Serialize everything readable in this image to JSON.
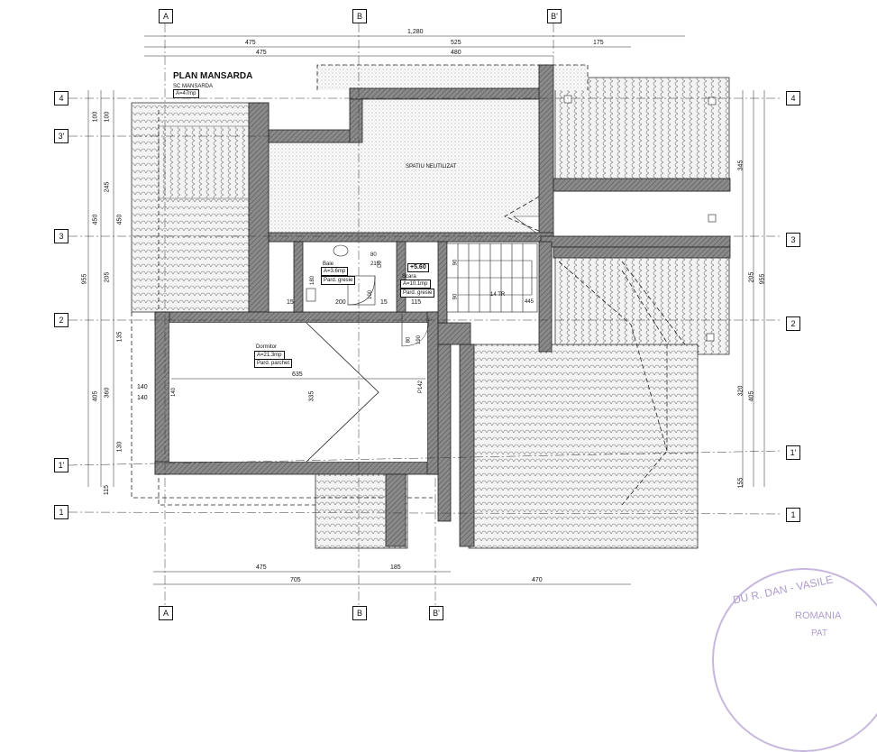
{
  "title": "PLAN MANSARDA",
  "subtitle": "SC MANSARDA",
  "subtitle_area": "A=47mp",
  "axes": {
    "top": [
      "A",
      "B",
      "B'"
    ],
    "bottom": [
      "A",
      "B",
      "B'"
    ],
    "left": [
      "4",
      "3'",
      "3",
      "2",
      "1'",
      "1"
    ],
    "right": [
      "4",
      "3",
      "2",
      "1'",
      "1"
    ]
  },
  "dims_top": {
    "total": "1,280",
    "row2": [
      "475",
      "525",
      "175"
    ],
    "row3": [
      "475",
      "480"
    ]
  },
  "dims_bottom": {
    "row1": [
      "475",
      "185"
    ],
    "row2": [
      "705",
      "470"
    ]
  },
  "dims_left": {
    "inner": [
      "100",
      "245",
      "205",
      "135",
      "360",
      "130"
    ],
    "mid": [
      "100",
      "450",
      "405",
      "115"
    ],
    "outer": [
      "955"
    ]
  },
  "dims_right": {
    "inner": [
      "345",
      "205",
      "320",
      "155"
    ],
    "mid": [
      "405"
    ],
    "outer": [
      "955"
    ]
  },
  "rooms": {
    "baie": {
      "name": "Baie",
      "area": "A=3.6mp",
      "floor": "Pard. gresie"
    },
    "scara": {
      "name": "Scara",
      "area": "A=10.1mp",
      "floor": "Pard. gresie"
    },
    "dormitor": {
      "name": "Dormitor",
      "area": "A=21.3mp",
      "floor": "Pard. parchet"
    },
    "void": "SPATIU NEUTILIZAT"
  },
  "level_mark": "+5.60",
  "inner_dims": {
    "bath_w": "200",
    "bath_h": "180",
    "bath_small_w": "80",
    "bath_small_h": "210",
    "dorm_w": "635",
    "dorm_h": "335",
    "dorm_left": "140",
    "dorm_left2": "140",
    "gap_15a": "15",
    "gap_15b": "15",
    "door_100": "100",
    "gap_115": "115",
    "stair_90a": "90",
    "stair_90b": "90",
    "gap_445": "445",
    "door_80": "80",
    "door_190": "190",
    "win_140": "140",
    "win_142": "P142",
    "door_d0": "D0",
    "stair_sign": "14 TR"
  },
  "stamp_text": [
    "DU R. DAN - VASILE",
    "ROMANIA",
    "PAT"
  ],
  "colors": {
    "wall": "#6e6e6e",
    "line": "#111111",
    "roof": "#e6e6e6",
    "stamp": "#b9a6d6"
  }
}
